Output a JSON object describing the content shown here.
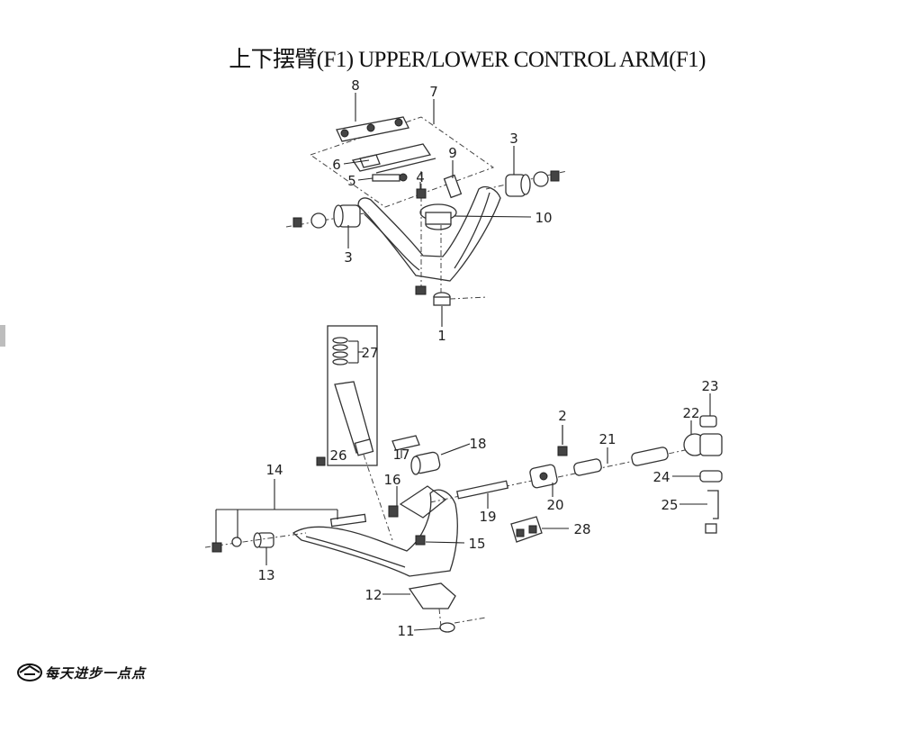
{
  "page": {
    "title": "上下摆臂(F1) UPPER/LOWER CONTROL ARM(F1)"
  },
  "callouts": {
    "c1": "1",
    "c2": "2",
    "c3a": "3",
    "c3b": "3",
    "c4": "4",
    "c5": "5",
    "c6": "6",
    "c7": "7",
    "c8": "8",
    "c9": "9",
    "c10": "10",
    "c11": "11",
    "c12": "12",
    "c13": "13",
    "c14": "14",
    "c15": "15",
    "c16": "16",
    "c17": "17",
    "c18": "18",
    "c19": "19",
    "c20": "20",
    "c21": "21",
    "c22": "22",
    "c23": "23",
    "c24": "24",
    "c25": "25",
    "c26": "26",
    "c27": "27",
    "c28": "28"
  },
  "footer": {
    "brand_text": "每天进步一点点"
  }
}
